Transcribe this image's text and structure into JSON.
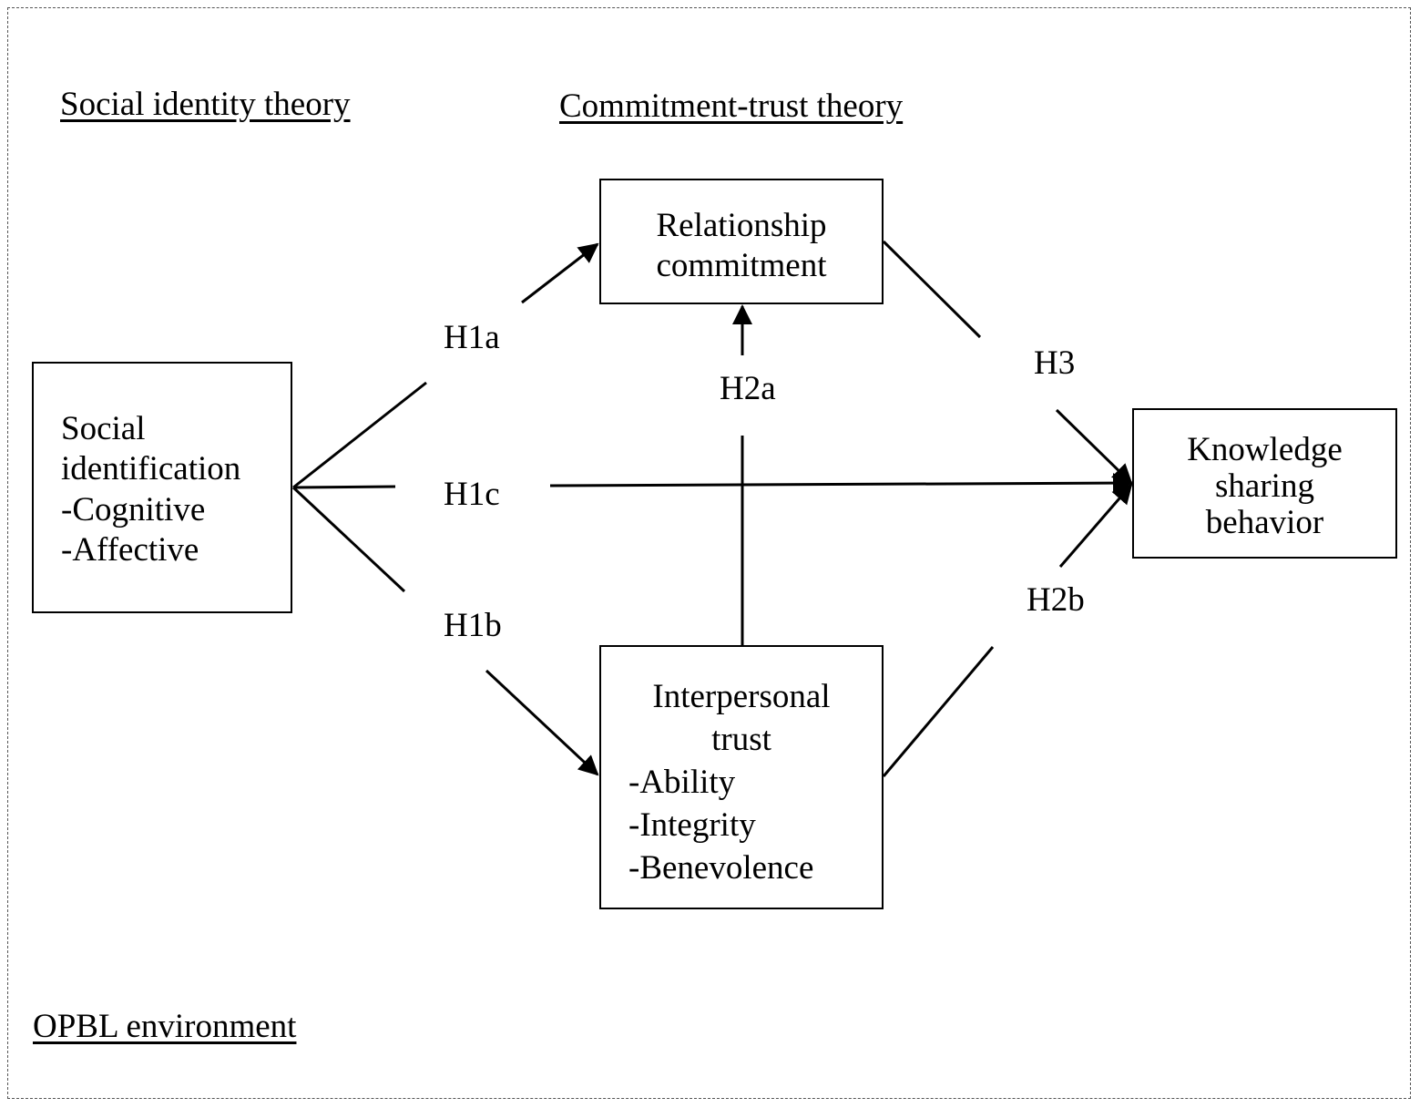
{
  "headings": {
    "social_identity": "Social identity theory",
    "commitment_trust": "Commitment-trust theory",
    "environment": "OPBL environment"
  },
  "boxes": {
    "social_identification": {
      "title": "Social",
      "title2": "identification",
      "items": [
        "-Cognitive",
        "-Affective"
      ]
    },
    "relationship_commitment": {
      "line1": "Relationship",
      "line2": "commitment"
    },
    "interpersonal_trust": {
      "line1": "Interpersonal",
      "line2": "trust",
      "items": [
        "-Ability",
        "-Integrity",
        "-Benevolence"
      ]
    },
    "knowledge_sharing": {
      "line1": "Knowledge",
      "line2": "sharing",
      "line3": "behavior"
    }
  },
  "hypotheses": {
    "h1a": "H1a",
    "h1b": "H1b",
    "h1c": "H1c",
    "h2a": "H2a",
    "h2b": "H2b",
    "h3": "H3"
  }
}
